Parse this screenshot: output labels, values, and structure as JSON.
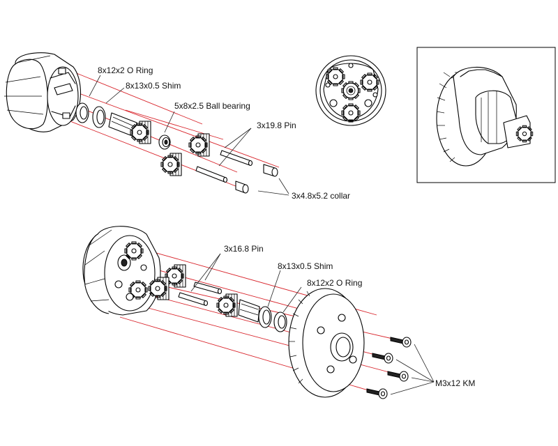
{
  "colors": {
    "axis_line": "#d8232a",
    "ink": "#000000",
    "background": "#ffffff"
  },
  "top_assembly": {
    "labels": {
      "o_ring": "8x12x2  O Ring",
      "shim": "8x13x0.5 Shim",
      "ball_bearing": "5x8x2.5 Ball bearing",
      "pin": "3x19.8 Pin",
      "collar": "3x4.8x5.2 collar"
    }
  },
  "bottom_assembly": {
    "labels": {
      "pin": "3x16.8 Pin",
      "shim": "8x13x0.5 Shim",
      "o_ring": "8x12x2  O Ring",
      "screw": "M3x12 KM"
    }
  }
}
